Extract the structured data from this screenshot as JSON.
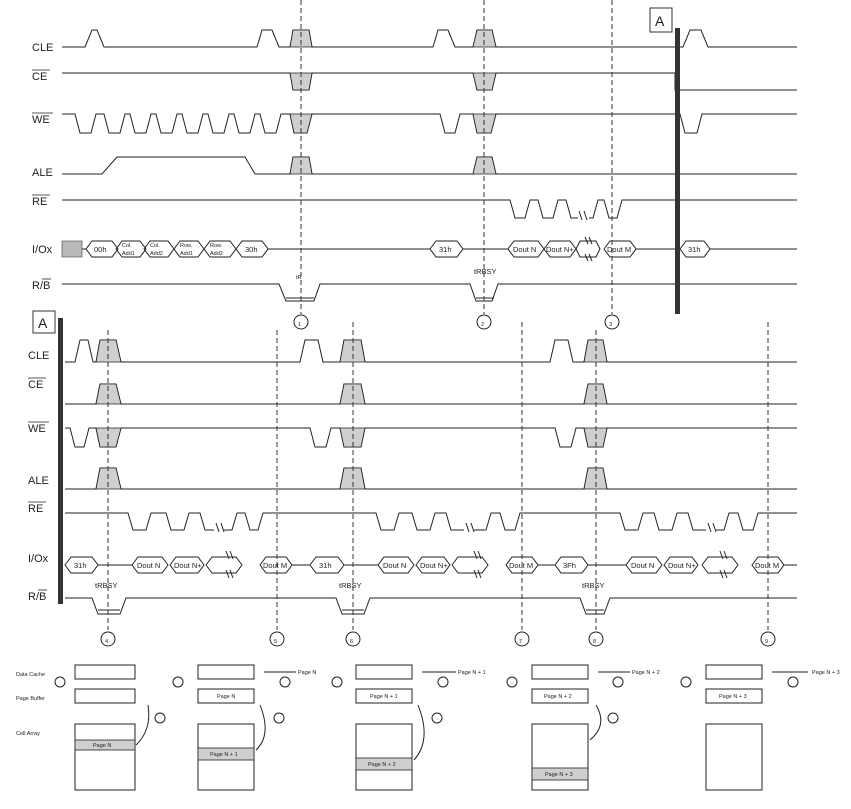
{
  "signals": {
    "cle": "CLE",
    "ce": "CE",
    "we": "WE",
    "ale": "ALE",
    "re": "RE",
    "io": "I/Ox",
    "rb": "R/B"
  },
  "continuation_marker": "A",
  "bus_labels": {
    "cmd_00h": "00h",
    "col_add1_a": "Col.",
    "col_add1_b": "Add1",
    "col_add2_a": "Col.",
    "col_add2_b": "Add2",
    "row_add1_a": "Row.",
    "row_add1_b": "Add1",
    "row_add2_a": "Row.",
    "row_add2_b": "Add2",
    "cmd_30h": "30h",
    "cmd_31h": "31h",
    "cmd_3fh": "3Fh",
    "dout_n": "Dout N",
    "dout_n1": "Dout N+",
    "dout_m": "Dout M"
  },
  "timing": {
    "trbsy": "tRBSY",
    "tr": "tR"
  },
  "step_markers": [
    "1",
    "2",
    "3",
    "4",
    "5",
    "6",
    "7",
    "8",
    "9"
  ],
  "blocks": {
    "data_cache": "Data Cache",
    "page_buffer": "Page Buffer",
    "cell_array": "Cell Array"
  },
  "pages": {
    "page_n": "Page N",
    "page_n1": "Page N + 1",
    "page_n2": "Page N + 2",
    "page_n3": "Page N + 3"
  }
}
